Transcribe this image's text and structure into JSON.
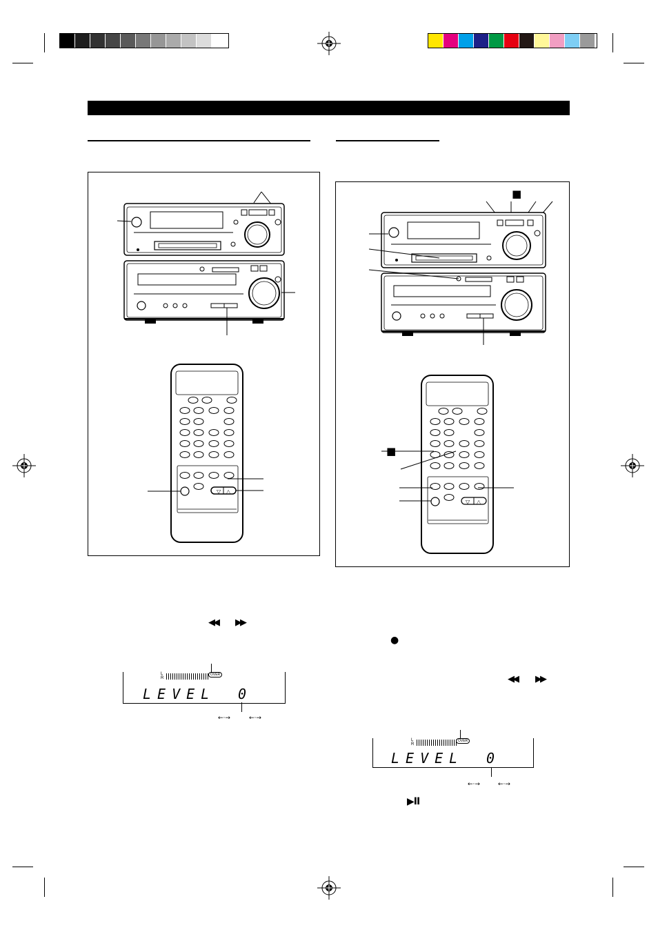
{
  "registration": {
    "grayscale_bar": [
      "#000000",
      "#1e1e1e",
      "#323232",
      "#464646",
      "#5a5a5a",
      "#787878",
      "#969696",
      "#aaaaaa",
      "#c3c3c3",
      "#dcdcdc",
      "#ffffff"
    ],
    "color_bar": [
      "#ffe600",
      "#e4007f",
      "#00a0e9",
      "#1d2088",
      "#009944",
      "#e60012",
      "#231815",
      "#fff799",
      "#f19ec2",
      "#7ecef4",
      "#9a9a9a"
    ]
  },
  "left_panel": {
    "display": {
      "level_text": "LEVEL",
      "level_value": "0",
      "meter_labels": [
        "L",
        "R"
      ],
      "meter_badge": "OVER"
    }
  },
  "right_panel": {
    "display": {
      "level_text": "LEVEL",
      "level_value": "0",
      "meter_labels": [
        "L",
        "R"
      ],
      "meter_badge": "OVER"
    }
  },
  "icons": {
    "rewind": "◀◀",
    "fast_forward": "▶▶",
    "stop": "■",
    "record": "●",
    "play_pause": "▶II",
    "left_right_arrow": "←·→"
  }
}
